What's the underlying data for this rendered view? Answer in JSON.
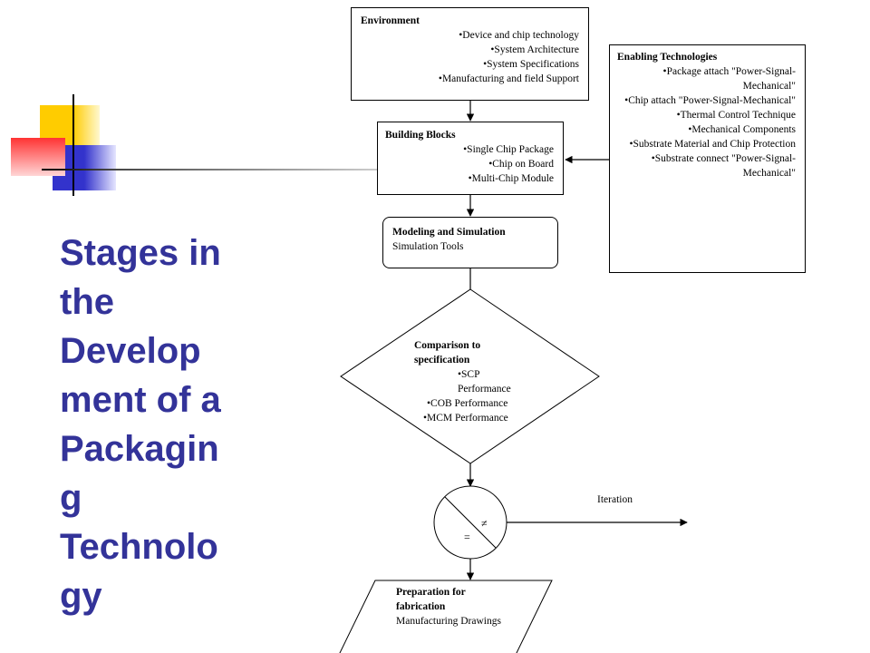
{
  "slide": {
    "title": "Stages in the\nDevelop\nment of a\nPackagin\ng\nTechnolo\ngy"
  },
  "environment": {
    "heading": "Environment",
    "items": [
      "Device and chip technology",
      "System Architecture",
      "System Specifications",
      "Manufacturing and field Support"
    ]
  },
  "building_blocks": {
    "heading": "Building Blocks",
    "items": [
      "Single Chip Package",
      "Chip on Board",
      "Multi-Chip Module"
    ]
  },
  "enabling": {
    "heading": "Enabling Technologies",
    "items": [
      "Package attach \"Power-Signal-Mechanical\"",
      "Chip attach \"Power-Signal-Mechanical\"",
      "Thermal Control Technique",
      "Mechanical Components",
      "Substrate Material and Chip Protection",
      "Substrate connect \"Power-Signal-Mechanical\""
    ]
  },
  "modeling": {
    "heading": "Modeling and Simulation",
    "subtitle": "Simulation Tools"
  },
  "comparison": {
    "heading": "Comparison to specification",
    "items": [
      "SCP Performance",
      "COB Performance",
      "MCM Performance"
    ]
  },
  "decision": {
    "not_equal": "≠",
    "equal": "="
  },
  "iteration_label": "Iteration",
  "preparation": {
    "heading": "Preparation for fabrication",
    "subtitle": "Manufacturing Drawings"
  },
  "colors": {
    "title": "#333399",
    "deco_yellow": "#ffcc00",
    "deco_blue": "#3333cc",
    "deco_red": "#ff3333"
  }
}
